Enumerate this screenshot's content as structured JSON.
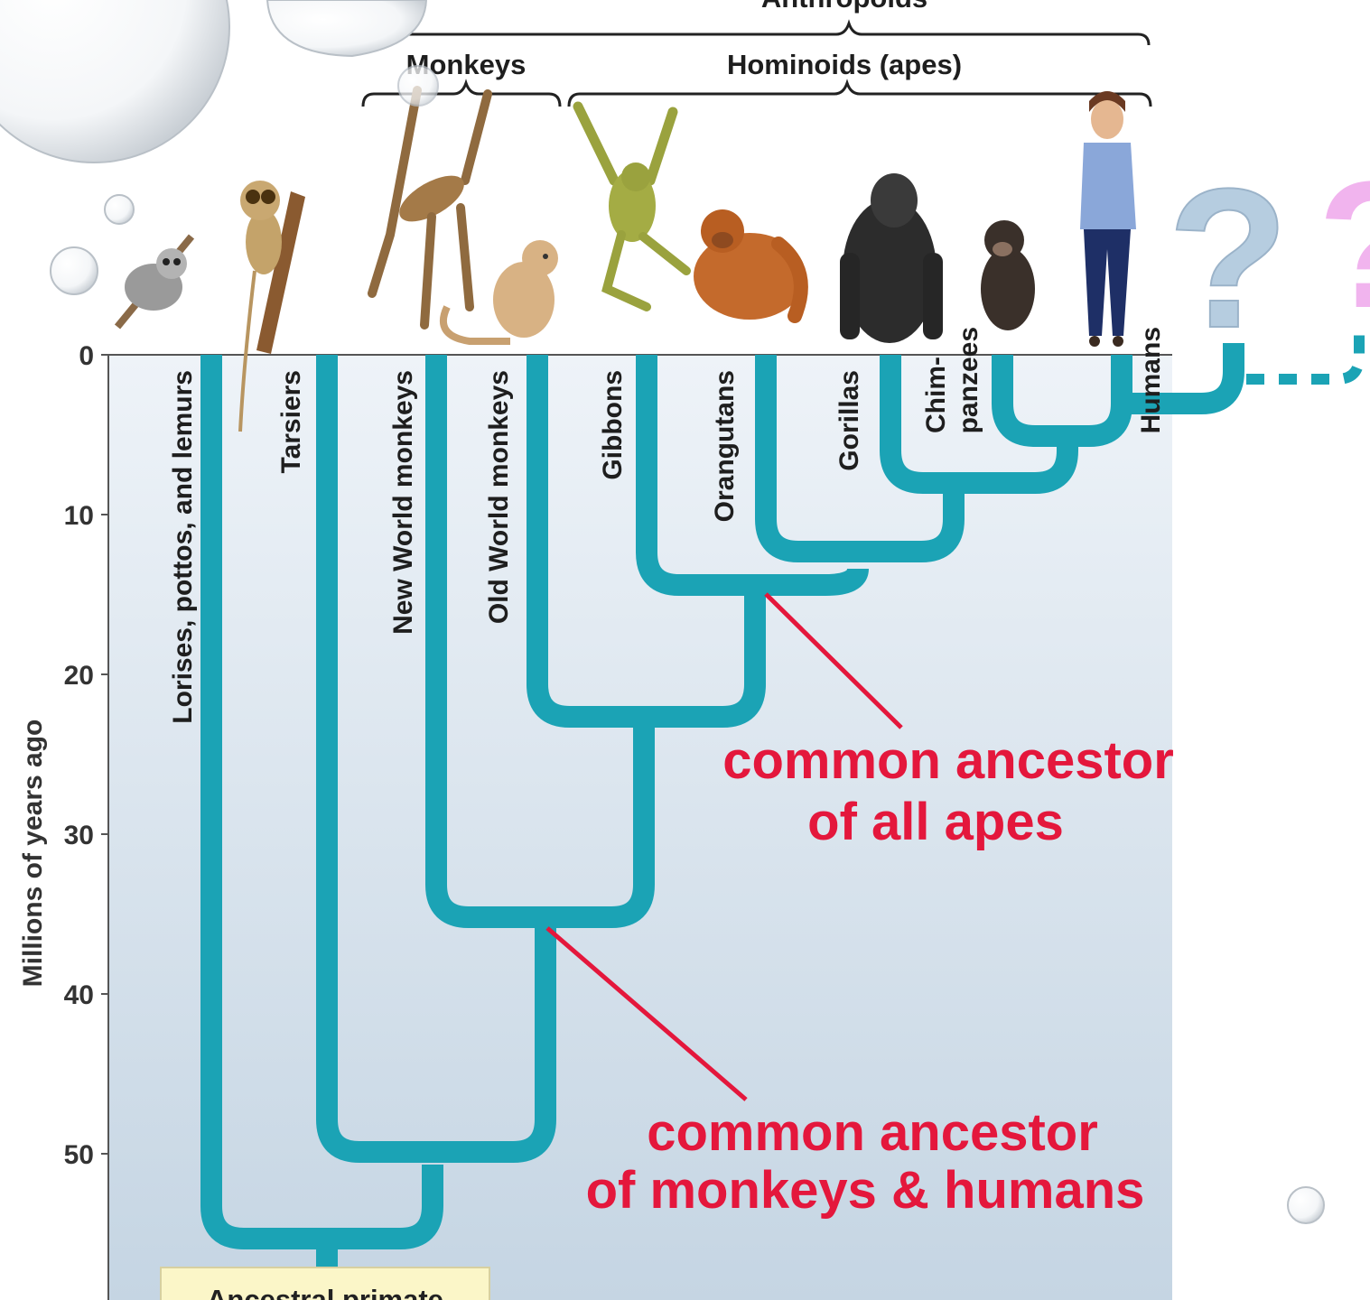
{
  "figure": {
    "y_axis_title": "Millions of years ago",
    "y_ticks": [
      "0",
      "10",
      "20",
      "30",
      "40",
      "50"
    ],
    "groups": {
      "anthropoids": "Anthropoids",
      "monkeys": "Monkeys",
      "hominoids": "Hominoids (apes)"
    },
    "taxa": [
      "Lorises, pottos, and lemurs",
      "Tarsiers",
      "New World monkeys",
      "Old World monkeys",
      "Gibbons",
      "Orangutans",
      "Gorillas",
      "Chim-",
      "panzees",
      "Humans"
    ],
    "annotations": {
      "apes_line1": "common ancestor",
      "apes_line2": "of all apes",
      "monkeys_humans_line1": "common ancestor",
      "monkeys_humans_line2": "of monkeys & humans"
    },
    "root_label": "Ancestral primate",
    "unknown_marks": [
      "?",
      "?"
    ],
    "colors": {
      "branch": "#1ba3b5",
      "annotation": "#e4173c",
      "panel_top": "#eef3f8",
      "panel_bottom": "#c5d5e3",
      "root_box": "#fbf6c8",
      "question_blue": "#b6cde0",
      "question_pink": "#f1b4ee"
    }
  }
}
